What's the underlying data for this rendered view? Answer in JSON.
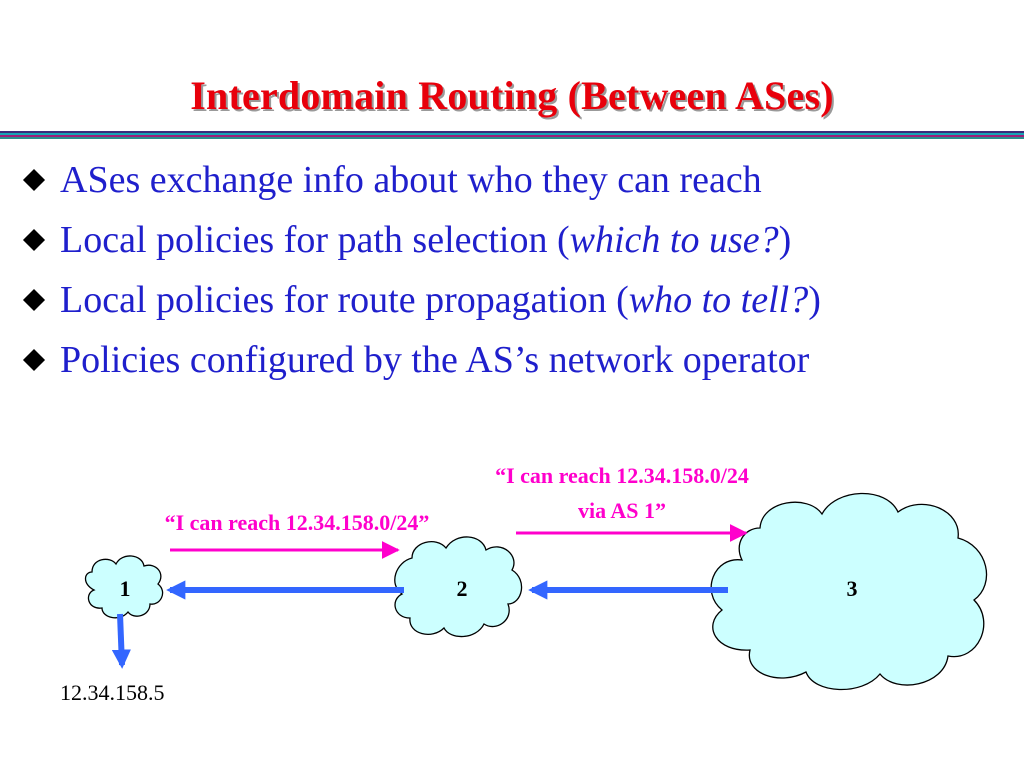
{
  "slide": {
    "title": "Interdomain Routing (Between ASes)"
  },
  "colors": {
    "title": "#e8000b",
    "bullet_text": "#1f1fcc",
    "annotation": "#ff00cc",
    "arrow_blue": "#3366ff",
    "cloud_fill": "#ccffff",
    "rule_colors": [
      "#3b2b7a",
      "#16a3b5",
      "#9d1f7a",
      "#2a8d8c"
    ]
  },
  "bullets": [
    {
      "text_before": "ASes exchange info about who they can reach",
      "italic": "",
      "text_after": ""
    },
    {
      "text_before": "Local policies for path selection (",
      "italic": "which to use?",
      "text_after": ")"
    },
    {
      "text_before": "Local policies for route propagation (",
      "italic": "who to tell?",
      "text_after": ")"
    },
    {
      "text_before": "Policies configured by the AS’s network operator",
      "italic": "",
      "text_after": ""
    }
  ],
  "diagram": {
    "nodes": [
      {
        "id": "as1",
        "label": "1"
      },
      {
        "id": "as2",
        "label": "2"
      },
      {
        "id": "as3",
        "label": "3"
      }
    ],
    "annotations": {
      "msg_1_to_2": "“I can reach 12.34.158.0/24”",
      "msg_2_to_3_line1": "“I can reach 12.34.158.0/24",
      "msg_2_to_3_line2": "via AS 1”"
    },
    "prefix_host": "12.34.158.5"
  }
}
